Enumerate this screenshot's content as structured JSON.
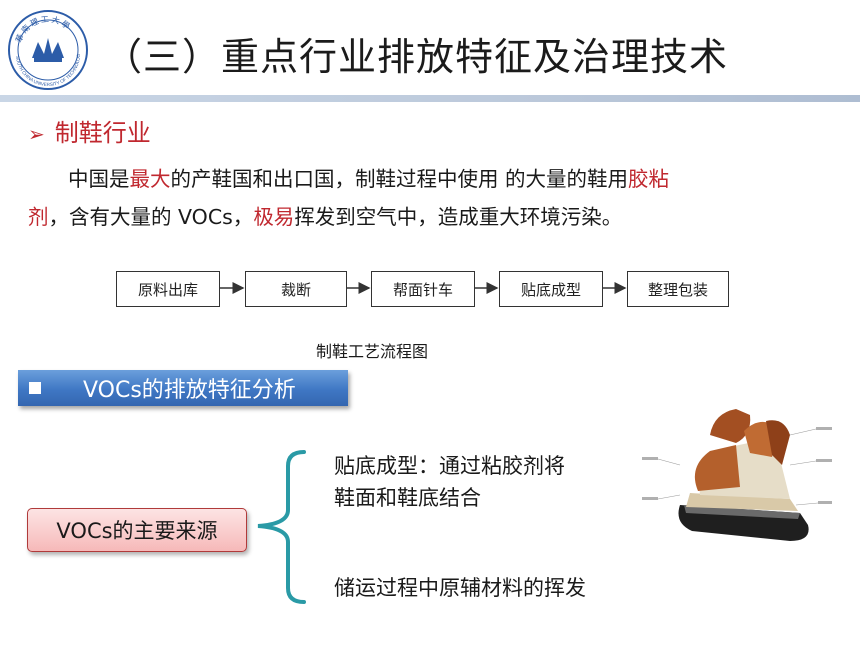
{
  "header": {
    "title": "（三）重点行业排放特征及治理技术",
    "logo_text": "SOUTH CHINA UNIVERSITY OF TECHNOLOGY"
  },
  "section": {
    "arrow_icon": "arrow-right-icon",
    "label": "制鞋行业"
  },
  "paragraph": {
    "p1": "中国是",
    "h1": "最大",
    "p2": "的产鞋国和出口国，制鞋过程中使用 的大量的鞋用",
    "h2": "胶粘",
    "h3": "剂",
    "p3": "，含有大量的 VOCs，",
    "h4": "极易",
    "p4": "挥发到空气中，造成重大环境污染。",
    "highlight_color": "#c0282f"
  },
  "flowchart": {
    "steps": [
      "原料出库",
      "裁断",
      "帮面针车",
      "贴底成型",
      "整理包装"
    ],
    "caption": "制鞋工艺流程图"
  },
  "emission_heading": {
    "label": "VOCs的排放特征分析",
    "color": "#3f77c4"
  },
  "sources": {
    "main_label": "VOCs的主要来源",
    "item1": "贴底成型：通过粘胶剂将鞋面和鞋底结合",
    "item2": "储运过程中原辅材料的挥发",
    "brace_color": "#2a9aa6"
  }
}
